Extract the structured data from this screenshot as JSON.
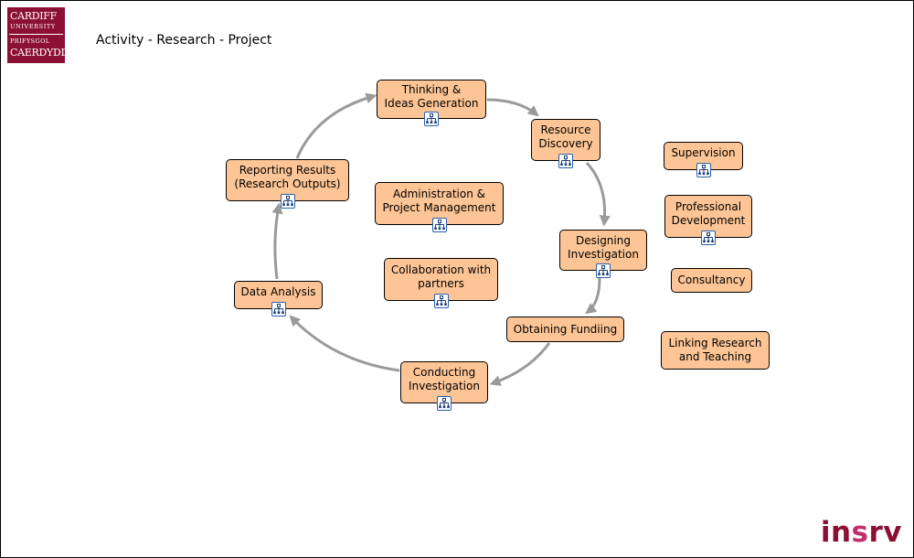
{
  "header": {
    "title": "Activity - Research - Project"
  },
  "logo": {
    "line1": "CARDIFF",
    "line2": "UNIVERSITY",
    "line3": "PRIFYSGOL",
    "line4": "CAERDYDD"
  },
  "brand": {
    "prefix": "in",
    "accent": "s",
    "suffix": "rv"
  },
  "colors": {
    "node_fill": "#fdc596",
    "arrow": "#9a9a9a",
    "brand": "#8b1033",
    "icon_border": "#2a5fa8"
  },
  "cycle_nodes": [
    {
      "id": "thinking",
      "label": "Thinking &\nIdeas Generation",
      "icon": "hierarchy-icon"
    },
    {
      "id": "resource",
      "label": "Resource\nDiscovery",
      "icon": "hierarchy-icon"
    },
    {
      "id": "designing",
      "label": "Designing\nInvestigation",
      "icon": "hierarchy-icon"
    },
    {
      "id": "funding",
      "label": "Obtaining Fundiing",
      "icon": ""
    },
    {
      "id": "conducting",
      "label": "Conducting\nInvestigation",
      "icon": "hierarchy-icon"
    },
    {
      "id": "analysis",
      "label": "Data Analysis",
      "icon": "hierarchy-icon"
    },
    {
      "id": "reporting",
      "label": "Reporting Results\n(Research Outputs)",
      "icon": "hierarchy-icon"
    }
  ],
  "center_nodes": [
    {
      "id": "admin",
      "label": "Administration &\nProject Management",
      "icon": "hierarchy-icon"
    },
    {
      "id": "collab",
      "label": "Collaboration with\npartners",
      "icon": "hierarchy-icon"
    }
  ],
  "side_nodes": [
    {
      "id": "supervision",
      "label": "Supervision",
      "icon": "hierarchy-icon"
    },
    {
      "id": "profdev",
      "label": "Professional\nDevelopment",
      "icon": "hierarchy-icon"
    },
    {
      "id": "consultancy",
      "label": "Consultancy",
      "icon": ""
    },
    {
      "id": "linking",
      "label": "Linking Research\nand Teaching",
      "icon": ""
    }
  ]
}
